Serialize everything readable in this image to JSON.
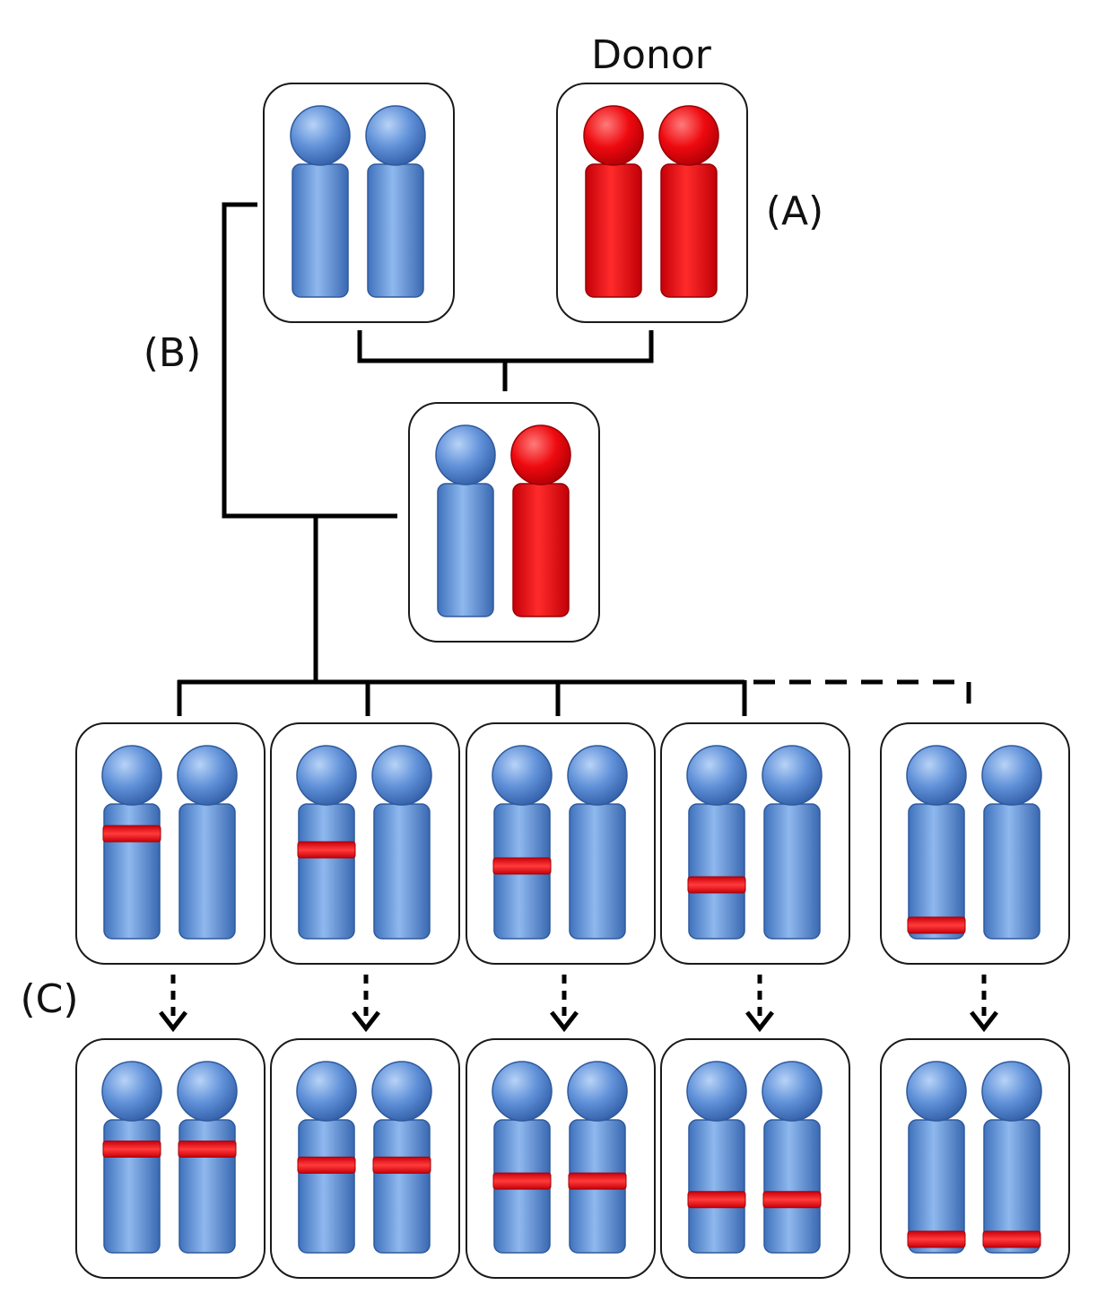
{
  "labels": {
    "donor": "Donor",
    "step_a": "(A)",
    "step_b": "(B)",
    "step_c": "(C)"
  },
  "colors": {
    "recipient": "#5b8fd6",
    "donor": "#e8000a",
    "introgressed_band": "#e8000a",
    "box_stroke": "#1a1a1a",
    "line": "#000000"
  },
  "panels": {
    "recurrent_parent": {
      "chromosomes": [
        "recipient",
        "recipient"
      ]
    },
    "donor_parent": {
      "chromosomes": [
        "donor",
        "donor"
      ]
    },
    "f1_hybrid": {
      "chromosomes": [
        "recipient",
        "donor"
      ]
    },
    "backcross_progeny": [
      {
        "band_on": "left",
        "band_position": 0.22
      },
      {
        "band_on": "left",
        "band_position": 0.34
      },
      {
        "band_on": "left",
        "band_position": 0.46
      },
      {
        "band_on": "left",
        "band_position": 0.6
      },
      {
        "band_on": "left",
        "band_position": 0.92
      }
    ],
    "selfed_progeny": [
      {
        "band_on": "both",
        "band_position": 0.22
      },
      {
        "band_on": "both",
        "band_position": 0.34
      },
      {
        "band_on": "both",
        "band_position": 0.46
      },
      {
        "band_on": "both",
        "band_position": 0.6
      },
      {
        "band_on": "both",
        "band_position": 0.92
      }
    ]
  }
}
